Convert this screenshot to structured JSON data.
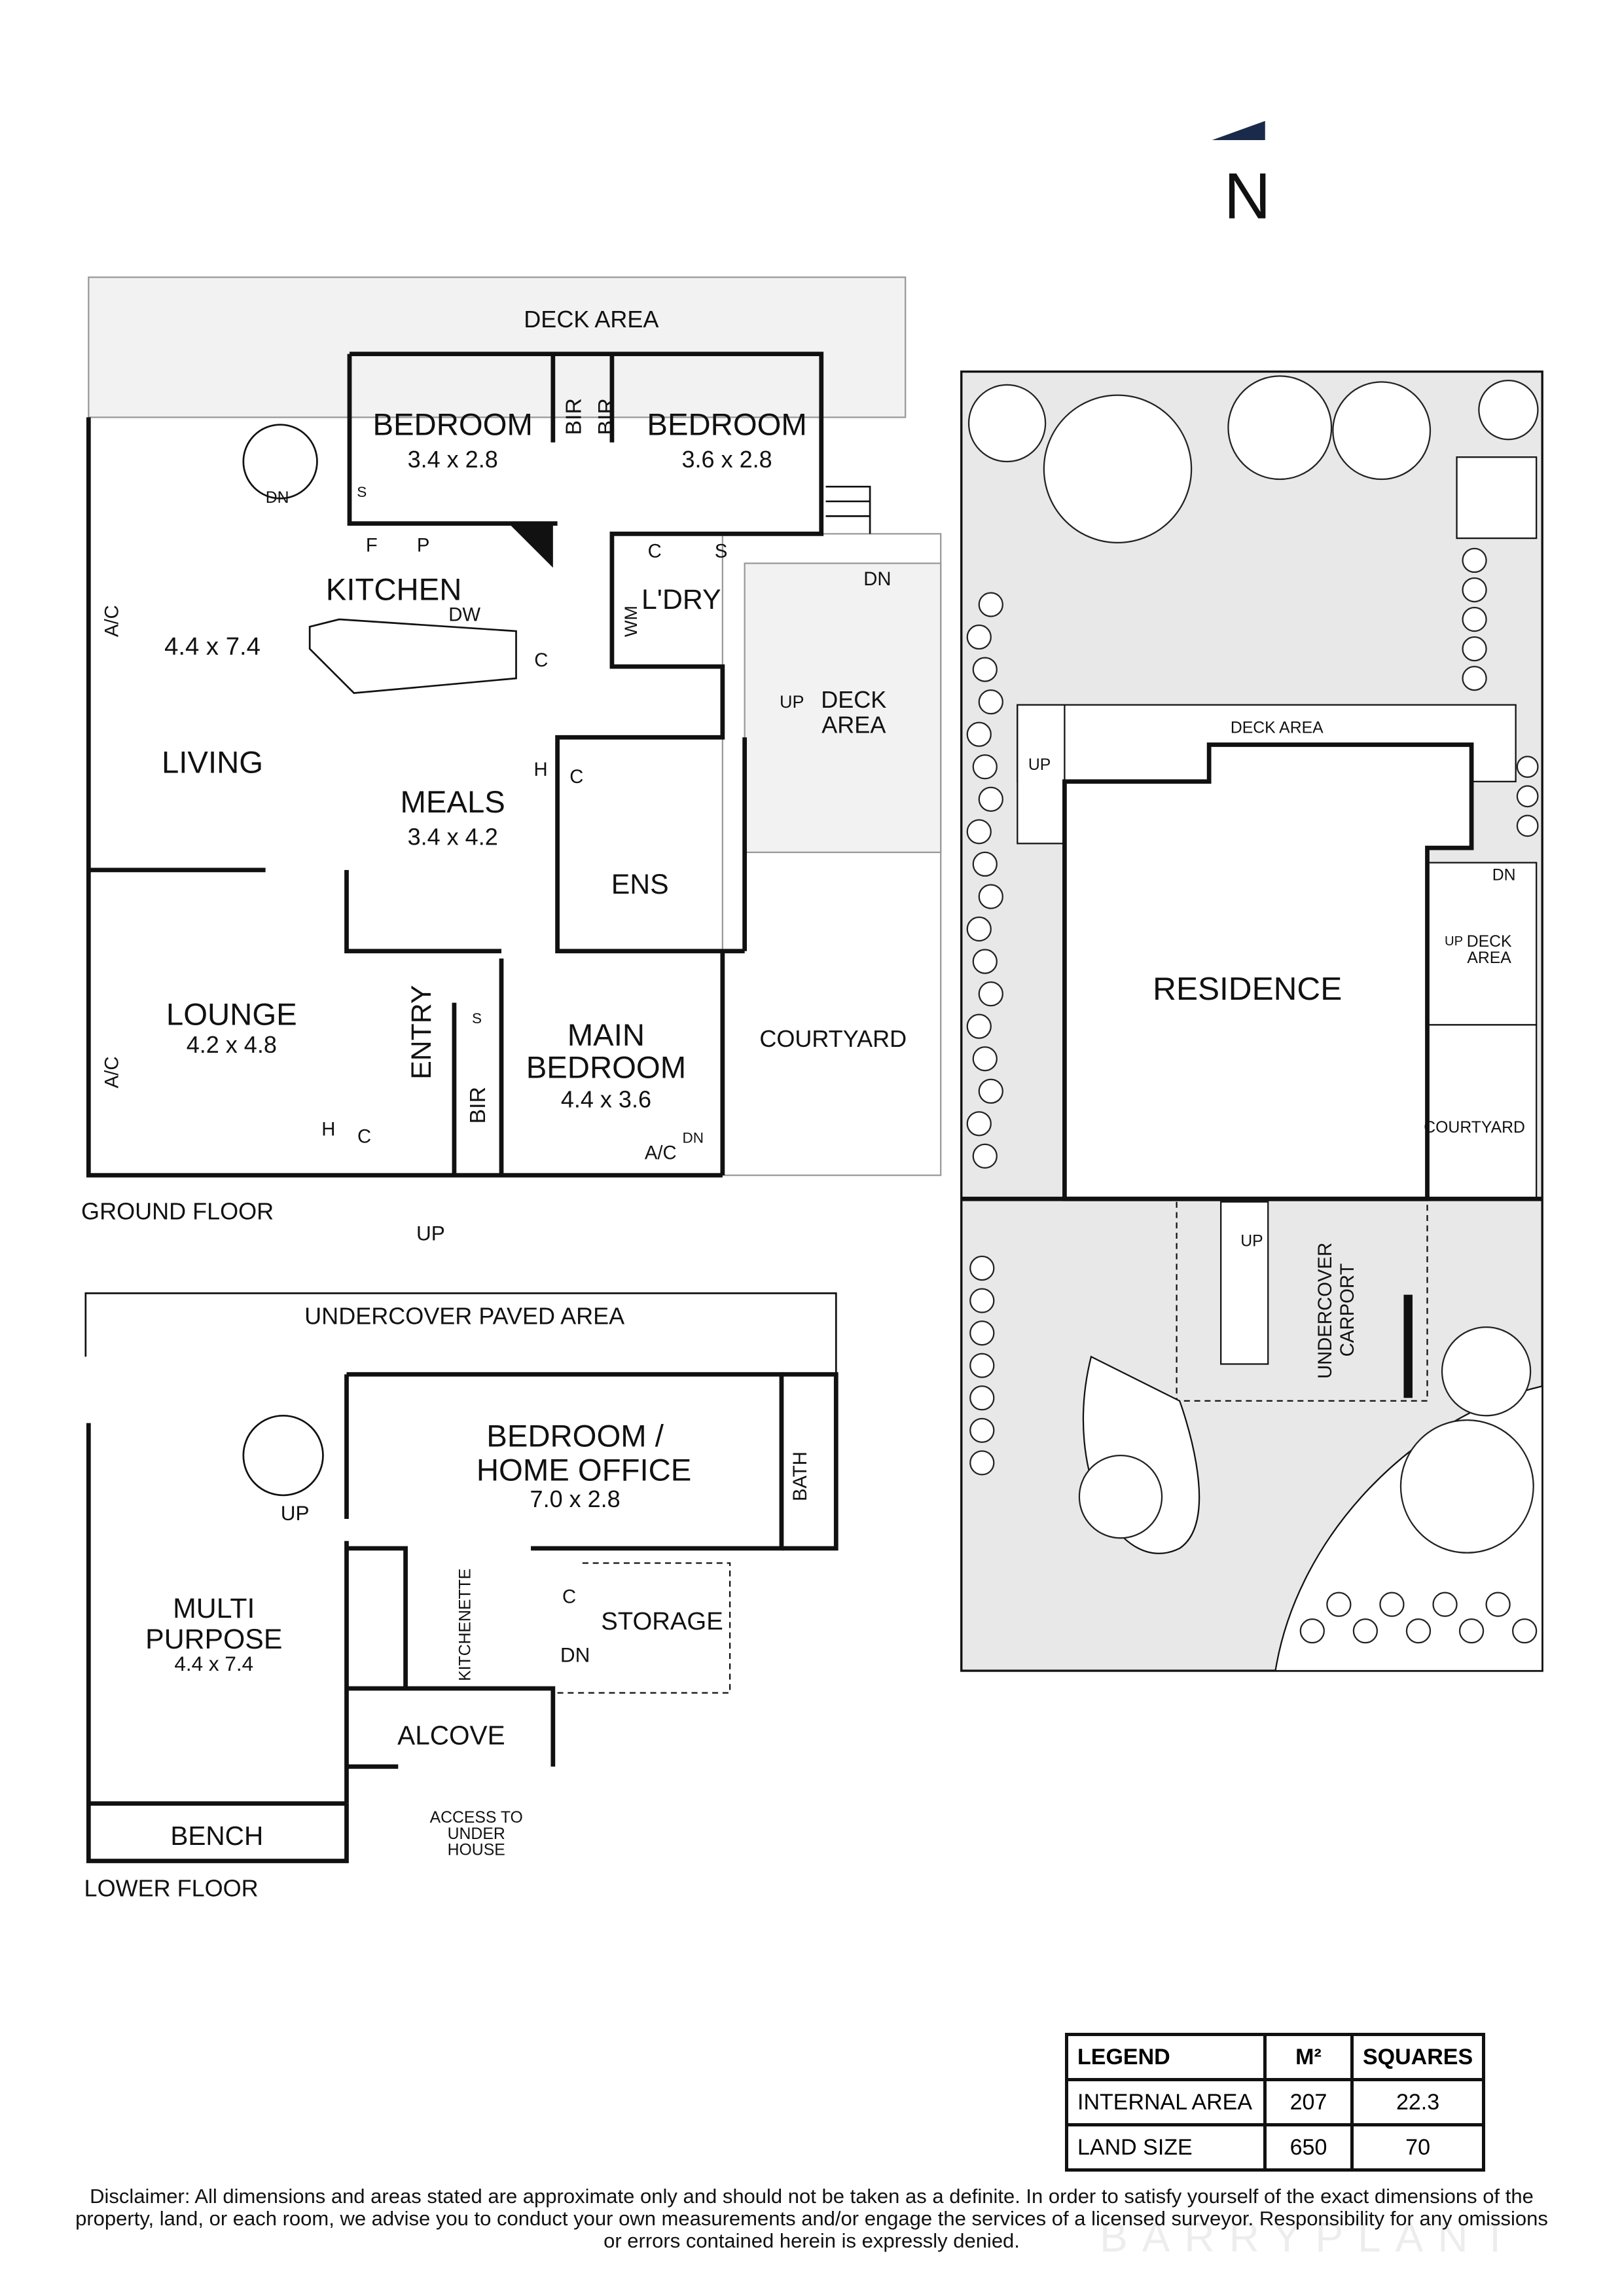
{
  "compass": {
    "label": "N"
  },
  "ground_floor": {
    "title": "GROUND FLOOR",
    "deck_area_top": "DECK AREA",
    "rooms": {
      "bedroom1": {
        "name": "BEDROOM",
        "size": "3.4 x 2.8"
      },
      "bedroom2": {
        "name": "BEDROOM",
        "size": "3.6 x 2.8"
      },
      "bir1": "BIR",
      "bir2": "BIR",
      "bir3": "BIR",
      "kitchen": "KITCHEN",
      "dw": "DW",
      "f": "F",
      "p": "P",
      "s1": "S",
      "c1": "C",
      "c2": "C",
      "s2": "S",
      "c3": "C",
      "c4": "C",
      "h1": "H",
      "h2": "H",
      "s3": "S",
      "ldry": "L'DRY",
      "wm": "WM",
      "living": {
        "name": "LIVING",
        "size": "4.4 x 7.4"
      },
      "meals": {
        "name": "MEALS",
        "size": "3.4 x 4.2"
      },
      "ens": "ENS",
      "deck_area": "DECK\nAREA",
      "lounge": {
        "name": "LOUNGE",
        "size": "4.2 x 4.8"
      },
      "entry": "ENTRY",
      "main_bedroom": {
        "name1": "MAIN",
        "name2": "BEDROOM",
        "size": "4.4 x 3.6"
      },
      "courtyard": "COURTYARD",
      "ac1": "A/C",
      "ac2": "A/C",
      "ac3": "A/C",
      "dn1": "DN",
      "dn2": "DN",
      "dn3": "DN",
      "up1": "UP",
      "up2": "UP"
    }
  },
  "lower_floor": {
    "title": "LOWER FLOOR",
    "undercover": "UNDERCOVER PAVED AREA",
    "bedroom_office": {
      "line1": "BEDROOM /",
      "line2": "HOME OFFICE",
      "size": "7.0 x 2.8"
    },
    "bath": "BATH",
    "multi_purpose": {
      "line1": "MULTI",
      "line2": "PURPOSE",
      "size": "4.4 x 7.4"
    },
    "kitchenette": "KITCHENETTE",
    "storage": "STORAGE",
    "alcove": "ALCOVE",
    "bench": "BENCH",
    "access": [
      "ACCESS TO",
      "UNDER",
      "HOUSE"
    ],
    "up": "UP",
    "dn": "DN",
    "c": "C"
  },
  "site_plan": {
    "residence": "RESIDENCE",
    "deck_area": "DECK AREA",
    "deck_area_side": [
      "DECK",
      "AREA"
    ],
    "courtyard": "COURTYARD",
    "carport": [
      "UNDERCOVER",
      "CARPORT"
    ],
    "up1": "UP",
    "up2": "UP",
    "up3": "UP",
    "dn": "DN"
  },
  "legend": {
    "headers": [
      "LEGEND",
      "M²",
      "SQUARES"
    ],
    "rows": [
      {
        "label": "INTERNAL AREA",
        "m2": "207",
        "squares": "22.3"
      },
      {
        "label": "LAND SIZE",
        "m2": "650",
        "squares": "70"
      }
    ]
  },
  "disclaimer": "Disclaimer: All dimensions and areas stated are approximate only and should not be taken as a definite. In order to satisfy yourself of the exact dimensions of the property, land, or each room, we advise you to conduct your own measurements and/or engage the services of a licensed surveyor. Responsibility for any omissions or errors contained herein is expressly denied.",
  "watermark": "BARRYPLANT",
  "colors": {
    "wall": "#111111",
    "site_fill": "#e8e8e8",
    "compass": "#1a2a4a"
  }
}
